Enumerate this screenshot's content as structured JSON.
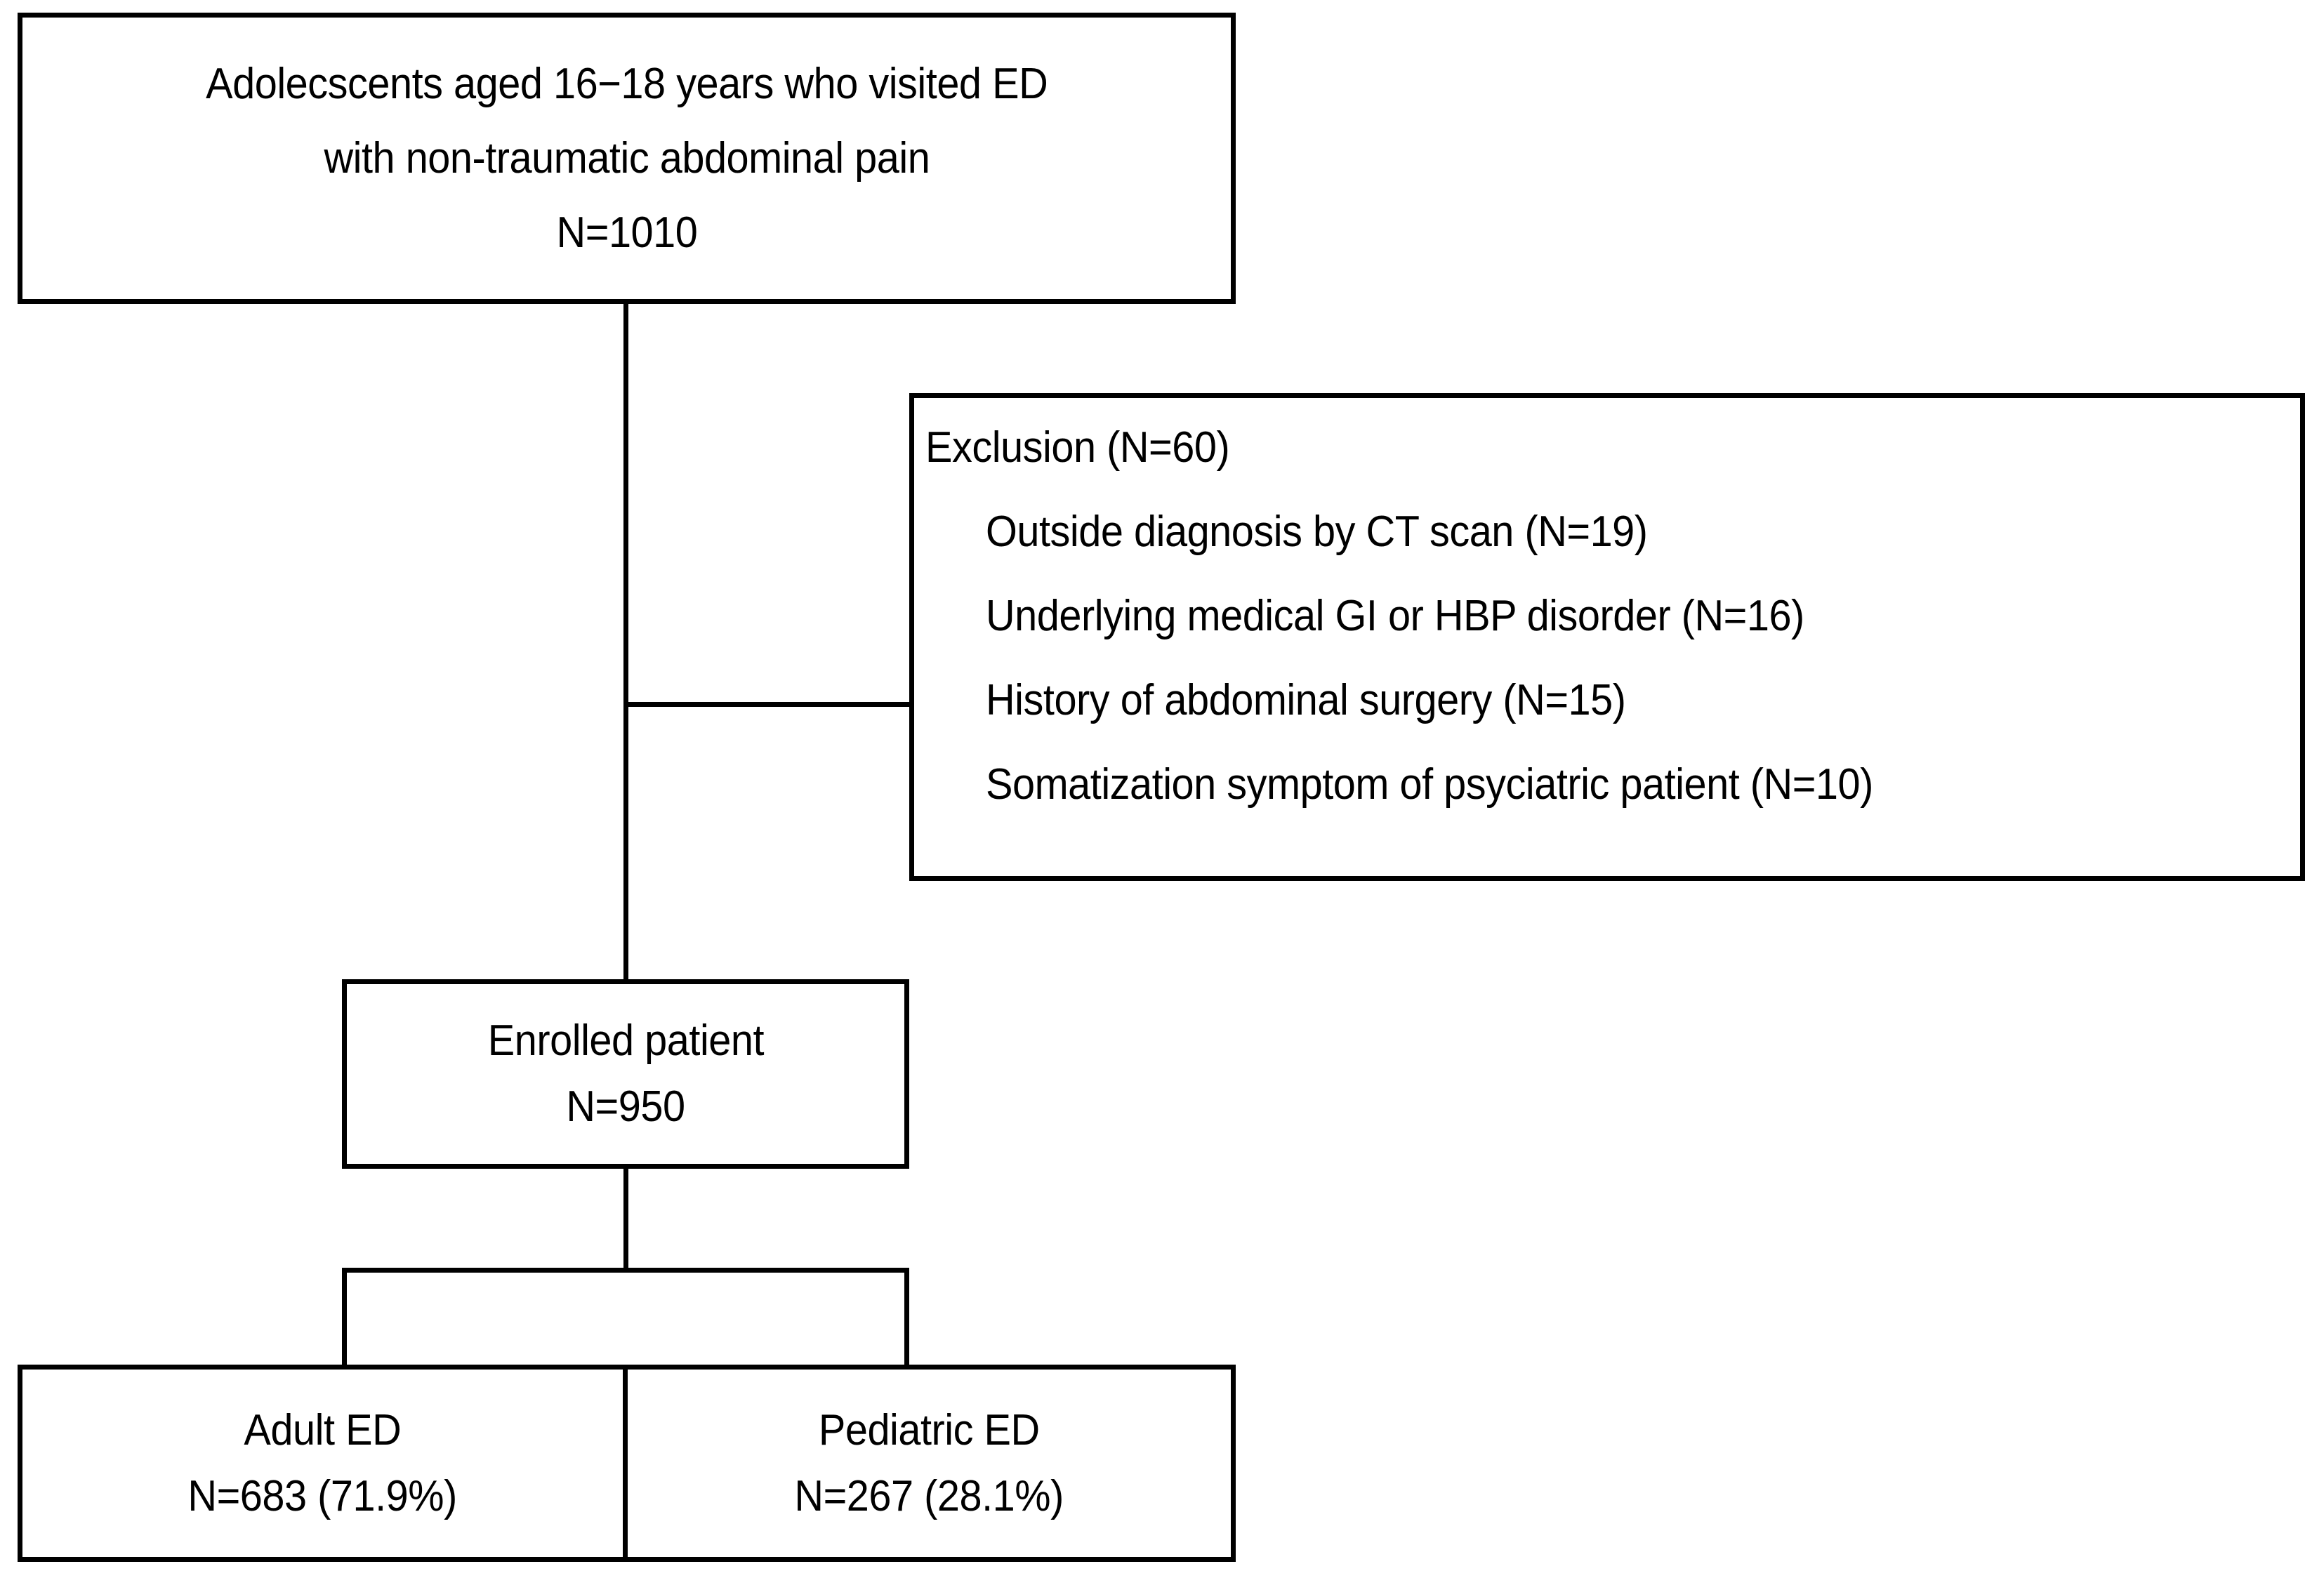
{
  "diagram": {
    "title": "Study enrollment flow diagram",
    "type": "flowchart",
    "line_color": "#000000",
    "background_color": "#ffffff",
    "text_color": "#000000"
  },
  "source_box": {
    "line1": "Adolecscents aged 16−18 years who visited ED",
    "line2": "with non-traumatic abdominal pain",
    "line3": "N=1010",
    "count": 1010
  },
  "exclusion_box": {
    "title": "Exclusion (N=60)",
    "total": 60,
    "items": [
      {
        "label": "Outside diagnosis by CT scan (N=19)",
        "count": 19
      },
      {
        "label": "Underlying medical GI or HBP disorder (N=16)",
        "count": 16
      },
      {
        "label": "History of abdominal surgery (N=15)",
        "count": 15
      },
      {
        "label": "Somatization symptom of psyciatric patient (N=10)",
        "count": 10
      }
    ]
  },
  "enrolled_box": {
    "line1": "Enrolled patient",
    "line2": "N=950",
    "count": 950
  },
  "groups": [
    {
      "label": "Adult ED",
      "value": "N=683 (71.9%)",
      "count": 683,
      "percent": 71.9
    },
    {
      "label": "Pediatric ED",
      "value": "N=267 (28.1%)",
      "count": 267,
      "percent": 28.1
    }
  ]
}
